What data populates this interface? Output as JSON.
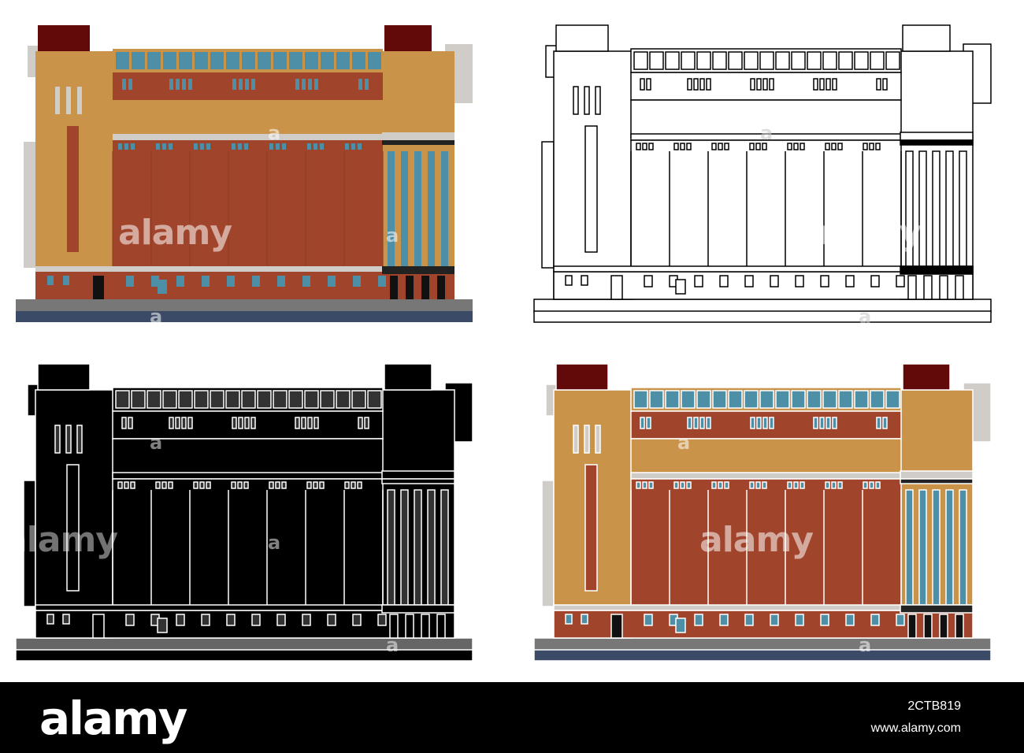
{
  "watermark": {
    "word": "alamy",
    "letter": "a"
  },
  "footer": {
    "logo": "alamy",
    "image_id": "2CTB819",
    "url": "www.alamy.com"
  },
  "variants": [
    {
      "name": "full-color",
      "colors": {
        "roof": "#620a0a",
        "tower": "#c9944a",
        "body": "#a0442b",
        "window": "#4e8fa8",
        "ground": "#777777",
        "water": "#3b4a66",
        "shadow": "#d0cdc8",
        "line": "#f0ebd7",
        "door": "#111111"
      }
    },
    {
      "name": "outline",
      "colors": {
        "fill": "#ffffff",
        "line": "#000000"
      }
    },
    {
      "name": "silhouette",
      "colors": {
        "fill": "#000000",
        "line": "#ffffff",
        "ground": "#666666",
        "window": "#333333"
      }
    },
    {
      "name": "color-with-outline",
      "colors": {
        "roof": "#620a0a",
        "tower": "#c9944a",
        "body": "#a0442b",
        "window": "#4e8fa8",
        "ground": "#777777",
        "water": "#3b4a66",
        "shadow": "#d0cdc8",
        "line": "#ffffff",
        "door": "#111111"
      }
    }
  ]
}
